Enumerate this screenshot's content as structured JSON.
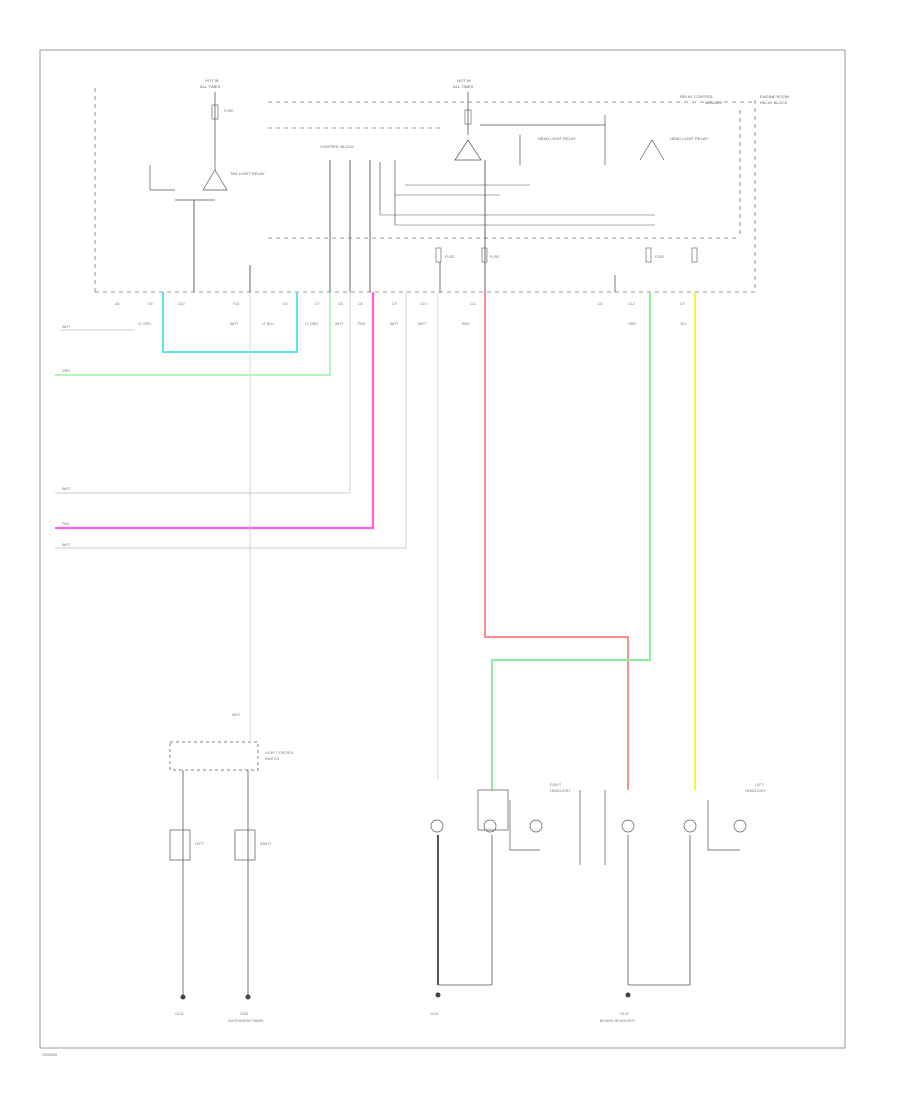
{
  "labels": {
    "hot_left": "HOT IN",
    "hot_left_sub": "ALL TIMES",
    "hot_mid": "HOT IN",
    "hot_mid_sub": "ALL TIMES",
    "relay_box": "RELAY CONTROL",
    "relay_box_sub": "MODULE",
    "engine_room": "ENGINE ROOM",
    "engine_room_sub": "RELAY BLOCK",
    "control_block": "CONTROL BLOCK",
    "left_relay": "TAIL LIGHT RELAY",
    "mid_relay_a": "HEAD LIGHT RELAY",
    "mid_relay_b": "HEAD LIGHT RELAY",
    "fuse_a": "FUSE",
    "fuse_b": "FUSE",
    "fuse_c": "FUSE",
    "fuse_d": "FUSE",
    "wire_left_1": "WHT",
    "wire_left_2": "GRN",
    "wire_left_3": "WHT",
    "wire_left_4": "PNK",
    "wire_left_5": "WHT",
    "sw_label": "WHT",
    "sw_box_1": "LIGHT CONTROL",
    "sw_box_2": "SWITCH",
    "lamp_l_1": "LEFT",
    "lamp_l_2": "RIGHT",
    "right_head_1": "RIGHT",
    "right_head_2": "HEADLIGHT",
    "left_head_1": "LEFT",
    "left_head_2": "HEADLIGHT",
    "ground_1": "G101",
    "ground_2": "G201",
    "ground_3": "G101",
    "ground_4": "G102",
    "ground_sub_2": "INSTRUMENT PANEL",
    "ground_sub_4": "BEHIND HEADLIGHT",
    "corner_code": "GS00000"
  },
  "pins": [
    "A5",
    "C5",
    "D10",
    "F13",
    "C4",
    "C7",
    "C6",
    "C8",
    "C9",
    "C10",
    "C11",
    "D1",
    "C12",
    "C3"
  ],
  "wire_codes": [
    "LT GRN",
    "WHT",
    "LT BLU",
    "LT GRN",
    "WHT",
    "PNK",
    "WHT",
    "WHT",
    "RED",
    "GRN",
    "YEL"
  ],
  "colors": {
    "cyan": "#5ee3f0",
    "green": "#8ef09a",
    "magenta": "#ff5ef0",
    "red": "#ff8a8a",
    "yellow": "#f2f24a",
    "frame": "#9a9a9a"
  }
}
